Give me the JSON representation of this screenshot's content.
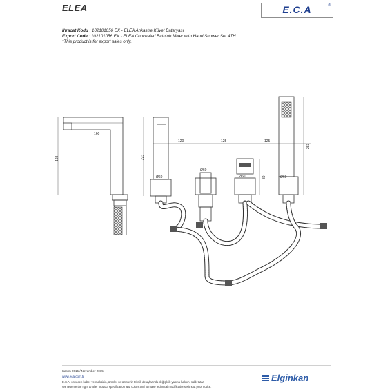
{
  "header": {
    "title": "ELEA",
    "logo_text": "E.C.A",
    "logo_mark": "®"
  },
  "info": {
    "tr_label": "İhracat Kodu",
    "tr_value": ": 102101056 EX - ELEA Ankastre Küvet Bataryası",
    "en_label": "Export Code",
    "en_value": ": 102101056 EX - ELEA Concealed Bathtub Mixer with Hand Shower Set 4TH",
    "note": "*This product is for export sales only."
  },
  "dimensions": {
    "d160": "160",
    "d198": "198",
    "d223": "223",
    "d120": "120",
    "d125a": "125",
    "d125b": "125",
    "d283": "283",
    "d89": "89",
    "dia1": "Ø60",
    "dia2": "Ø60",
    "dia3": "Ø60",
    "dia4": "Ø60"
  },
  "footer": {
    "date": "Kasım 2015 / November 2015",
    "website": "www.eca.com.tr",
    "tr_notice": "E.C.A. önceden haber vermeksizin, ürünler ve ürünlerin teknik detaylarında değişiklik yapma hakkını saklı tutar.",
    "en_notice": "We reserve the right to alter product specification and colors and to make technical modifications without prior notice.",
    "brand": "Elginkan"
  }
}
